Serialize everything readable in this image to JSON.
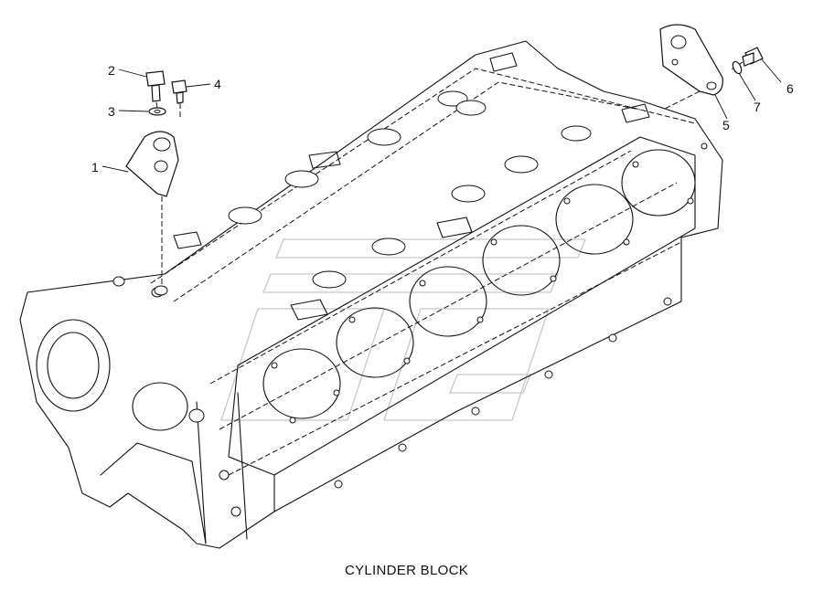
{
  "caption": "CYLINDER BLOCK",
  "callouts": [
    {
      "id": "1",
      "label": "1"
    },
    {
      "id": "2",
      "label": "2"
    },
    {
      "id": "3",
      "label": "3"
    },
    {
      "id": "4",
      "label": "4"
    },
    {
      "id": "5",
      "label": "5"
    },
    {
      "id": "6",
      "label": "6"
    },
    {
      "id": "7",
      "label": "7"
    }
  ]
}
